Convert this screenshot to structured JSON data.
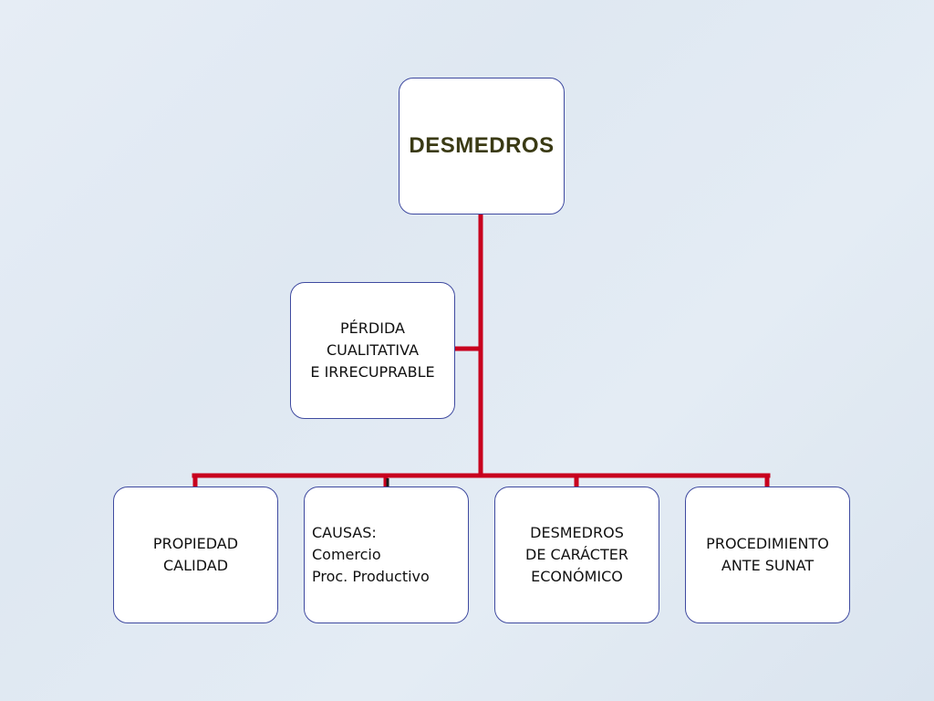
{
  "diagram": {
    "root": {
      "label": "DESMEDROS"
    },
    "assistant": {
      "lines": [
        "PÉRDIDA",
        "CUALITATIVA",
        "E IRRECUPRABLE"
      ]
    },
    "children": [
      {
        "lines": [
          "PROPIEDAD",
          "CALIDAD"
        ]
      },
      {
        "lines": [
          "CAUSAS:",
          "Comercio",
          "Proc. Productivo"
        ]
      },
      {
        "lines": [
          "DESMEDROS",
          "DE CARÁCTER",
          "ECONÓMICO"
        ]
      },
      {
        "lines": [
          "PROCEDIMIENTO",
          "ANTE  SUNAT"
        ]
      }
    ],
    "connector_color": "#c8001e"
  }
}
